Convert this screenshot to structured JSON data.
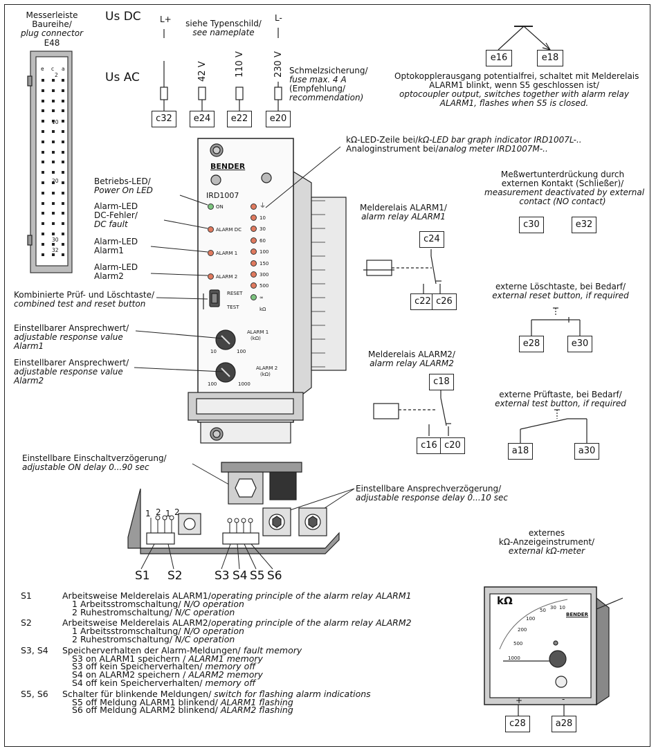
{
  "connector": {
    "title_de": "Messerleiste",
    "title_de2": "Baureihe/",
    "title_en": "plug connector",
    "code": "E48",
    "col_e": "e",
    "col_c": "c",
    "col_a": "a",
    "row_labels": [
      "2",
      "10",
      "20",
      "30",
      "32"
    ]
  },
  "supply": {
    "us_dc": "Us DC",
    "us_ac": "Us AC",
    "l_plus": "L+",
    "l_minus": "L-",
    "nameplate_de": "siehe Typenschild/",
    "nameplate_en": "see nameplate",
    "v42": "42 V",
    "v110": "110 V",
    "v230": "230 V",
    "fuse_de": "Schmelzsicherung/",
    "fuse_en": "fuse max. 4 A",
    "fuse_de2": "(Empfehlung/",
    "fuse_en2": "recommendation)",
    "terms": [
      "c32",
      "e24",
      "e22",
      "e20"
    ]
  },
  "optocoupler": {
    "terms": [
      "e16",
      "e18"
    ],
    "line1": "Optokopplerausgang potentialfrei, schaltet mit Melderelais",
    "line2": "ALARM1 blinkt, wenn S5 geschlossen ist/",
    "line3": "optocoupler output, switches together with alarm relay",
    "line4": "ALARM1, flashes when S5 is closed."
  },
  "bargraph": {
    "line1_de": "kΩ-LED-Zeile bei/",
    "line1_en": "kΩ-LED bar graph indicator IRD1007L-..",
    "line2_de": "Analoginstrument bei/",
    "line2_en": "analog meter IRD1007M-.."
  },
  "device": {
    "brand": "BENDER",
    "model": "IRD1007",
    "on": "ON",
    "alarm_dc": "ALARM DC",
    "alarm1": "ALARM 1",
    "alarm2": "ALARM 2",
    "reset": "RESET",
    "test": "TEST",
    "scale": [
      "10",
      "30",
      "60",
      "100",
      "150",
      "300",
      "500",
      "∞"
    ],
    "kohm": "kΩ",
    "knob1_label": "ALARM 1",
    "knob1_unit": "(kΩ)",
    "knob1_min": "10",
    "knob1_max": "100",
    "knob2_label": "ALARM 2",
    "knob2_unit": "(kΩ)",
    "knob2_min": "100",
    "knob2_max": "1000"
  },
  "labels": {
    "power_de": "Betriebs-LED/",
    "power_en": "Power On LED",
    "dcf_de1": "Alarm-LED",
    "dcf_de2": "DC-Fehler/",
    "dcf_en": "DC fault",
    "a1_de1": "Alarm-LED",
    "a1_de2": "Alarm1",
    "a2_de1": "Alarm-LED",
    "a2_de2": "Alarm2",
    "btn_de": "Kombinierte Prüf- und Löschtaste/",
    "btn_en": "combined test and reset button",
    "resp1_de": "Einstellbarer Ansprechwert/",
    "resp1_en1": "adjustable response value",
    "resp1_en2": "Alarm1",
    "resp2_de": "Einstellbarer Ansprechwert/",
    "resp2_en1": "adjustable response value",
    "resp2_en2": "Alarm2",
    "ondelay_de": "Einstellbare Einschaltverzögerung/",
    "ondelay_en": "adjustable ON delay  0...90 sec",
    "respdelay_de": "Einstellbare Ansprechverzögerung/",
    "respdelay_en": "adjustable response delay  0...10 sec"
  },
  "relay1": {
    "title_de": "Melderelais ALARM1/",
    "title_en": "alarm relay ALARM1",
    "terms": [
      "c24",
      "c22",
      "c26"
    ]
  },
  "relay2": {
    "title_de": "Melderelais ALARM2/",
    "title_en": "alarm relay ALARM2",
    "terms": [
      "c18",
      "c16",
      "c20"
    ]
  },
  "suppress": {
    "line1": "Meßwertunterdrückung durch",
    "line2": "externen Kontakt (Schließer)/",
    "line3": "measurement deactivated by external",
    "line4": "contact (NO contact)",
    "terms": [
      "c30",
      "e32"
    ]
  },
  "ext_reset": {
    "title_de": "externe Löschtaste, bei Bedarf/",
    "title_en": "external reset button, if required",
    "terms": [
      "e28",
      "e30"
    ]
  },
  "ext_test": {
    "title_de": "externe Prüftaste, bei Bedarf/",
    "title_en": "external test button, if required",
    "terms": [
      "a18",
      "a30"
    ]
  },
  "switch_labels": {
    "pos_nums": [
      "1",
      "2",
      "1",
      "2"
    ],
    "names": [
      "S1",
      "S2",
      "S3",
      "S4",
      "S5",
      "S6"
    ]
  },
  "meter": {
    "title1": "externes",
    "title2": "kΩ-Anzeigeinstrument/",
    "title3": "external kΩ-meter",
    "kohm": "kΩ",
    "brand": "BENDER",
    "scale": [
      "1000",
      "500",
      "200",
      "100",
      "50",
      "30",
      "10"
    ],
    "plus": "+",
    "minus": "-",
    "terms": [
      "c28",
      "a28"
    ]
  },
  "legend": [
    {
      "code": "S1",
      "text_de": "Arbeitsweise Melderelais ALARM1/",
      "text_en": "operating principle of the alarm relay ALARM1",
      "sub": [
        {
          "k": "1",
          "de": "Arbeitsstromschaltung/",
          "en": " N/O operation"
        },
        {
          "k": "2",
          "de": "Ruhestromschaltung/",
          "en": " N/C operation"
        }
      ]
    },
    {
      "code": "S2",
      "text_de": "Arbeitsweise Melderelais ALARM2/",
      "text_en": "operating principle of the alarm relay ALARM2",
      "sub": [
        {
          "k": "1",
          "de": "Arbeitsstromschaltung/",
          "en": " N/O operation"
        },
        {
          "k": "2",
          "de": "Ruhestromschaltung/",
          "en": " N/C operation"
        }
      ]
    },
    {
      "code": "S3, S4",
      "text_de": "Speicherverhalten der Alarm-Meldungen/",
      "text_en": " fault memory",
      "sub": [
        {
          "k": "S3 on",
          "de": "ALARM1 speichern / ",
          "en": "ALARM1 memory"
        },
        {
          "k": "S3 off",
          "de": "kein Speicherverhalten/",
          "en": " memory off"
        },
        {
          "k": "S4 on",
          "de": "ALARM2 speichern / ",
          "en": "ALARM2 memory"
        },
        {
          "k": "S4 off",
          "de": "kein Speicherverhalten/",
          "en": " memory off"
        }
      ]
    },
    {
      "code": "S5, S6",
      "text_de": "Schalter für blinkende Meldungen/",
      "text_en": " switch for flashing alarm indications",
      "sub": [
        {
          "k": "S5 off",
          "de": "Meldung ALARM1 blinkend/ ",
          "en": "ALARM1 flashing"
        },
        {
          "k": "S6 off",
          "de": "Meldung ALARM2 blinkend/ ",
          "en": "ALARM2 flashing"
        }
      ]
    }
  ]
}
